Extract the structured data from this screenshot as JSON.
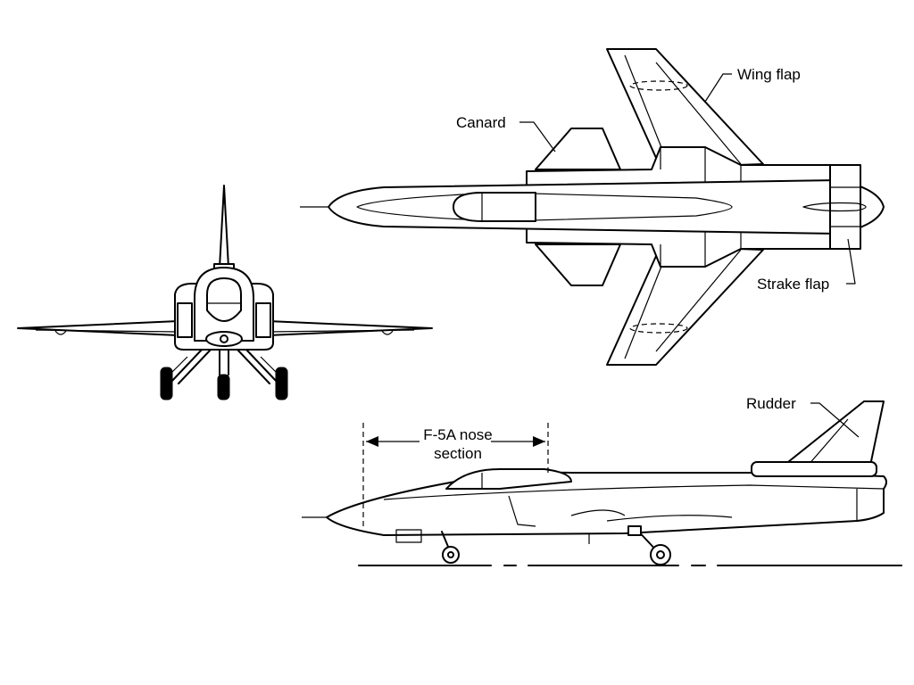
{
  "diagram": {
    "labels": {
      "canard": "Canard",
      "wing_flap": "Wing flap",
      "strake_flap": "Strake flap",
      "rudder": "Rudder",
      "nose_section_line1": "F-5A nose",
      "nose_section_line2": "section"
    }
  }
}
